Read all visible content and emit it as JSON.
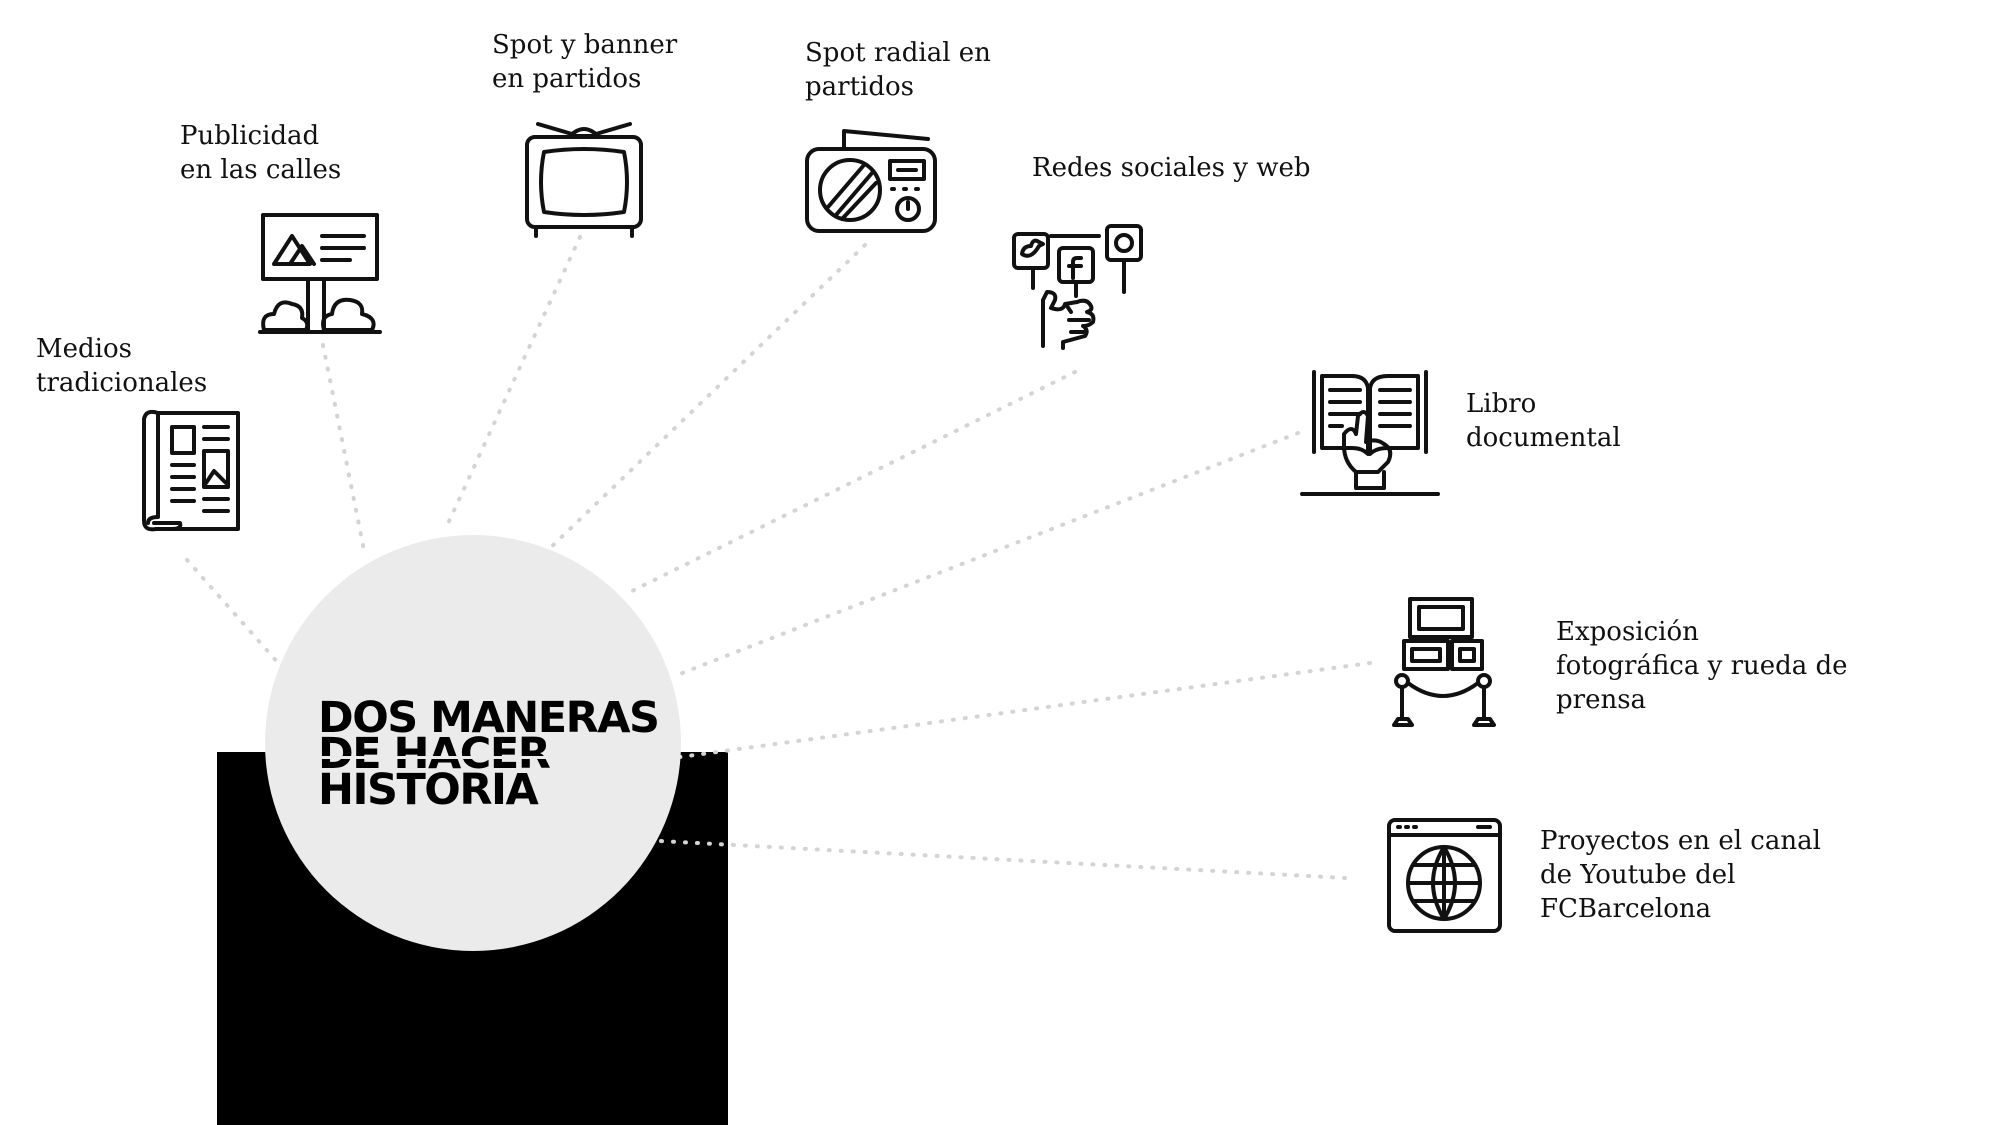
{
  "diagram": {
    "center": {
      "line1": "DOS MANERAS",
      "line2": "DE HACER",
      "line3": "HISTORIA"
    },
    "nodes": [
      {
        "label1": "Medios",
        "label2": "tradicionales",
        "icon": "newspaper-icon"
      },
      {
        "label1": "Publicidad",
        "label2": "en las calles",
        "icon": "billboard-icon"
      },
      {
        "label1": "Spot y banner",
        "label2": "en partidos",
        "icon": "television-icon"
      },
      {
        "label1": "Spot radial en",
        "label2": "partidos",
        "icon": "radio-icon"
      },
      {
        "label1": "Redes sociales y web",
        "icon": "social-media-icon"
      },
      {
        "label1": "Libro",
        "label2": "documental",
        "icon": "book-icon"
      },
      {
        "label1": "Exposición",
        "label2": "fotográfica y rueda de",
        "label3": "prensa",
        "icon": "exhibition-icon"
      },
      {
        "label1": "Proyectos en el canal",
        "label2": "de Youtube del",
        "label3": "FCBarcelona",
        "icon": "globe-browser-icon"
      }
    ],
    "colors": {
      "circle": "#ebebeb",
      "block": "#000000",
      "connector": "#d4d4d4",
      "text": "#111111"
    }
  }
}
